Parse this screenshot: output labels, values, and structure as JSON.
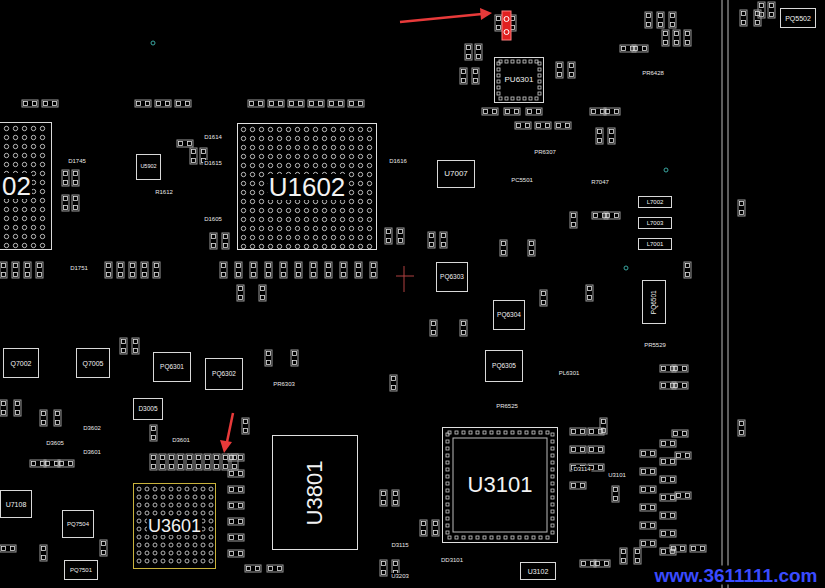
{
  "diagram": {
    "nodes": [
      {
        "text": [
          "PQ5502"
        ]
      },
      {
        "text": [
          "PU6301"
        ]
      },
      {
        "text": [
          "02"
        ]
      },
      {
        "text": [
          "U1602"
        ]
      },
      {
        "text": [
          "U5902"
        ]
      },
      {
        "text": [
          "U7007"
        ]
      },
      {
        "text": [
          "L7002"
        ]
      },
      {
        "text": [
          "L7003"
        ]
      },
      {
        "text": [
          "L7001"
        ]
      },
      {
        "text": [
          "PQ6303"
        ]
      },
      {
        "text": [
          "PQ6501"
        ]
      },
      {
        "text": [
          "PQ6304"
        ]
      },
      {
        "text": [
          "Q7002"
        ]
      },
      {
        "text": [
          "Q7005"
        ]
      },
      {
        "text": [
          "PQ6301"
        ]
      },
      {
        "text": [
          "PQ6305"
        ]
      },
      {
        "text": [
          "PQ6302"
        ]
      },
      {
        "text": [
          "D3005"
        ]
      },
      {
        "text": [
          "U3101"
        ]
      },
      {
        "text": [
          "U3801"
        ]
      },
      {
        "text": [
          "U3601"
        ]
      },
      {
        "text": [
          "U7108"
        ]
      },
      {
        "text": [
          "PQ7504"
        ]
      },
      {
        "text": [
          "PQ7501"
        ]
      },
      {
        "text": [
          "U3102"
        ]
      }
    ],
    "labels": [
      "PR6428",
      "PR6307",
      "PC5501",
      "R7047",
      "D1616",
      "D1614",
      "D1615",
      "D1605",
      "D1745",
      "R1612",
      "D1751",
      "PR5529",
      "PL6301",
      "PR6303",
      "PR6525",
      "D3602",
      "D3601",
      "D3605",
      "D3601",
      "D3114",
      "U3101",
      "D3115",
      "DD3101",
      "U3203",
      "www.3611111.com"
    ]
  }
}
